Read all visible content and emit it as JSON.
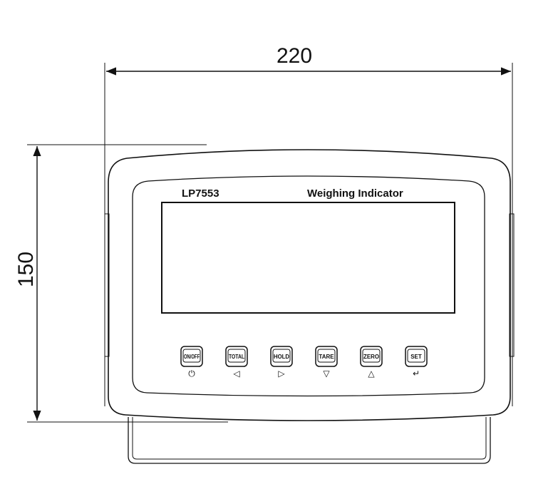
{
  "dimensions": {
    "width_label": "220",
    "height_label": "150"
  },
  "device": {
    "model": "LP7553",
    "title": "Weighing Indicator",
    "keys": [
      {
        "label": "ON/OFF",
        "symbol": "⏻"
      },
      {
        "label": "TOTAL",
        "symbol": "◁"
      },
      {
        "label": "HOLD",
        "symbol": "▷"
      },
      {
        "label": "TARE",
        "symbol": "▽"
      },
      {
        "label": "ZERO",
        "symbol": "△"
      },
      {
        "label": "SET",
        "symbol": "↵"
      }
    ]
  }
}
